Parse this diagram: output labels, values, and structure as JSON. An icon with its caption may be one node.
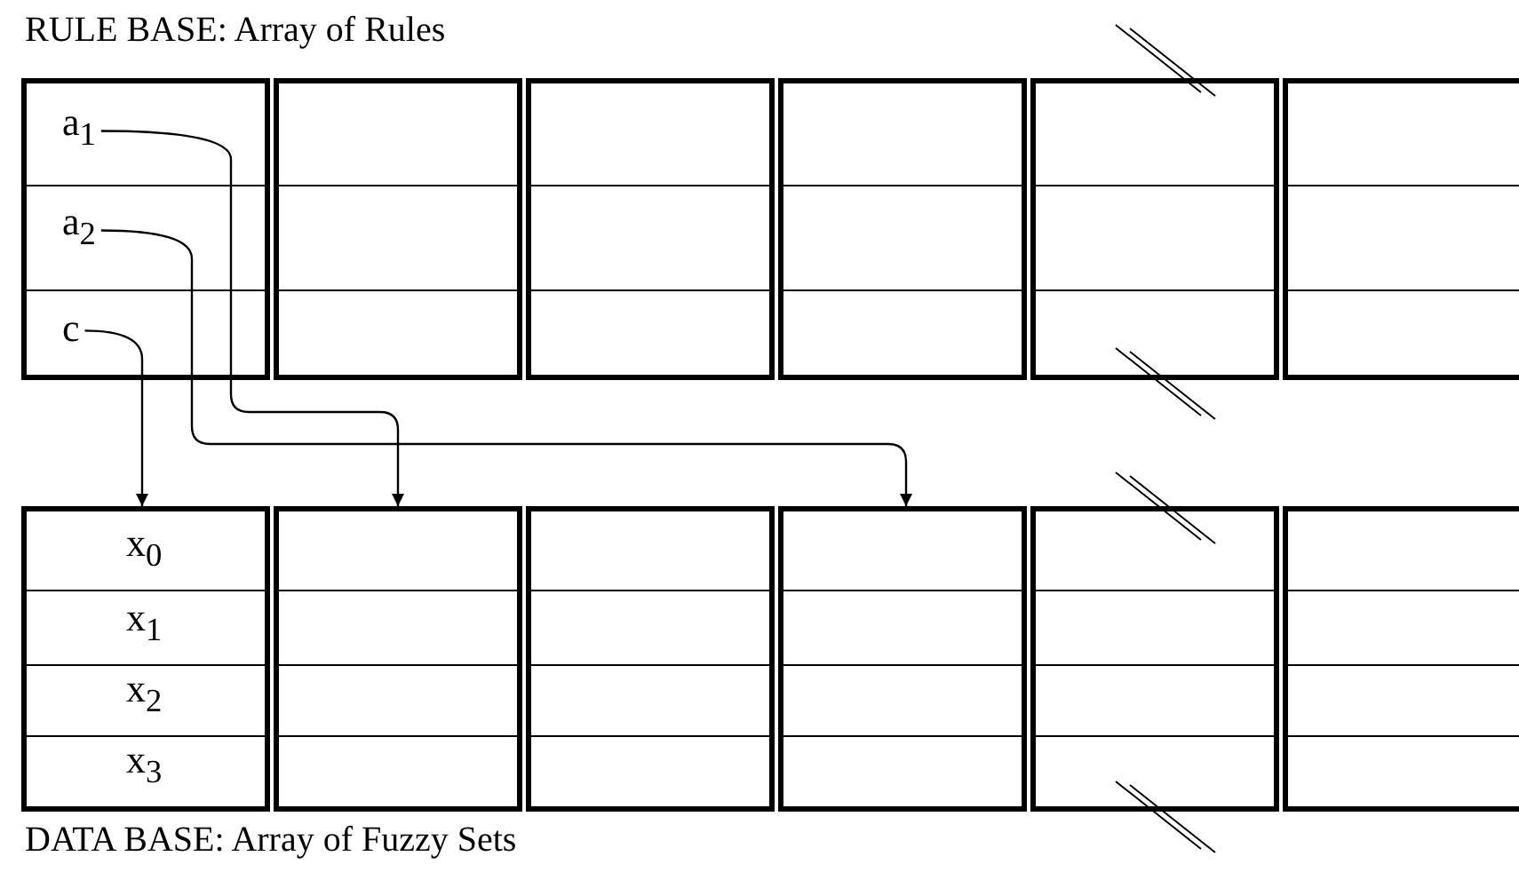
{
  "diagram": {
    "nodes": [
      {
        "text": [],
        "shape": "box"
      },
      {
        "text": [
          "a$_{1}$"
        ],
        "in": 0
      },
      {
        "text": [
          "a$_{2}$"
        ],
        "in": 0
      },
      {
        "text": [
          "c"
        ],
        "in": 0
      },
      {
        "text": [],
        "shape": "box"
      },
      {
        "text": [],
        "shape": "box"
      },
      {
        "text": [],
        "shape": "box"
      },
      {
        "text": [],
        "shape": "box"
      },
      {
        "text": [],
        "shape": "box"
      },
      {
        "text": [],
        "shape": "box"
      },
      {
        "text": [
          "x$_{0}$"
        ],
        "in": 9
      },
      {
        "text": [
          "x$_{1}$"
        ],
        "in": 9
      },
      {
        "text": [
          "x$_{2}$"
        ],
        "in": 9
      },
      {
        "text": [
          "x$_{3}$"
        ],
        "in": 9
      },
      {
        "text": [],
        "shape": "box"
      },
      {
        "text": [],
        "shape": "box"
      },
      {
        "text": [],
        "shape": "box"
      },
      {
        "text": [],
        "shape": "box"
      },
      {
        "text": [],
        "shape": "box"
      }
    ],
    "edges": [
      {
        "from": 1,
        "to": 14,
        "arrow": "to"
      },
      {
        "from": 2,
        "to": 16,
        "arrow": "to"
      },
      {
        "from": 3,
        "to": 9,
        "arrow": "to"
      }
    ],
    "labels": [
      "RULE BASE: Array of Rules",
      "DATA BASE: Array of Fuzzy Sets"
    ]
  }
}
